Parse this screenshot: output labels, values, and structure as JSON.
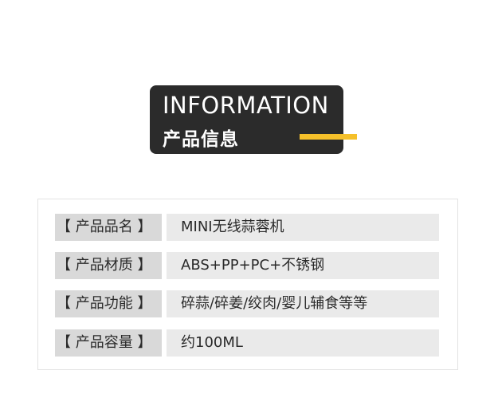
{
  "header": {
    "title": "INFORMATION",
    "subtitle": "产品信息",
    "accent_color": "#f5c02a",
    "badge_color": "#2b2b2b"
  },
  "specs": [
    {
      "label": "【 产品品名 】",
      "value": "MINI无线蒜蓉机"
    },
    {
      "label": "【 产品材质 】",
      "value": "ABS+PP+PC+不锈钢"
    },
    {
      "label": "【 产品功能 】",
      "value": "碎蒜/碎姜/绞肉/婴儿辅食等等"
    },
    {
      "label": "【 产品容量 】",
      "value": "约100ML"
    }
  ]
}
